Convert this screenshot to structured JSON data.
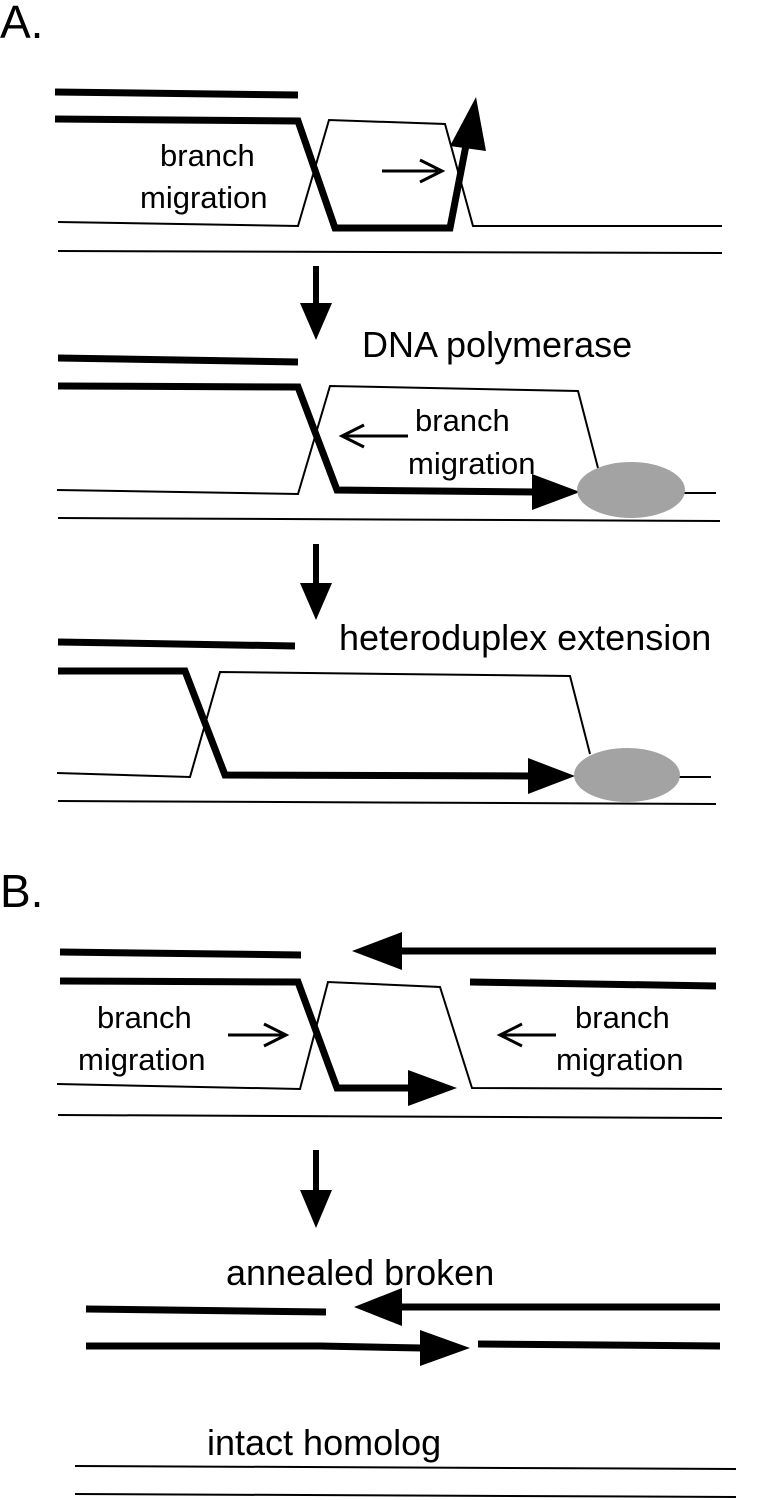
{
  "panels": {
    "a": {
      "label": "A.",
      "step1_label_line1": "branch",
      "step1_label_line2": "migration",
      "step2_title": "DNA polymerase",
      "step2_label_line1": "branch",
      "step2_label_line2": "migration",
      "step3_title": "heteroduplex extension"
    },
    "b": {
      "label": "B.",
      "left_label_line1": "branch",
      "left_label_line2": "migration",
      "right_label_line1": "branch",
      "right_label_line2": "migration",
      "result_title": "annealed broken",
      "homolog_label": "intact homolog"
    }
  },
  "colors": {
    "strand": "#000000",
    "polymerase": "#a3a3a3",
    "background": "#ffffff"
  }
}
